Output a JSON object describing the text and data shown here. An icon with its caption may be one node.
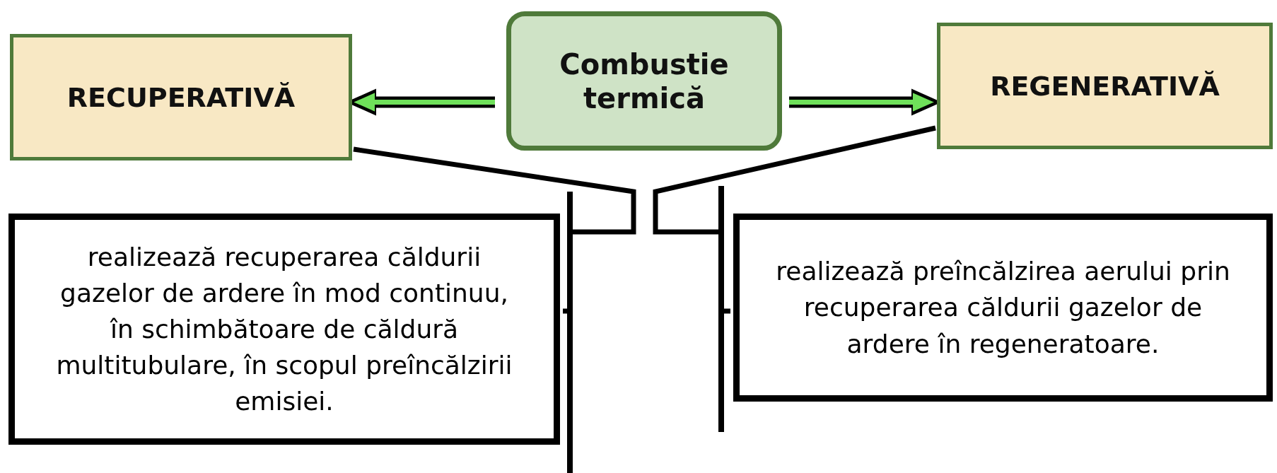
{
  "diagram": {
    "nodes": [
      {
        "text": [
          "Combustie termică"
        ]
      },
      {
        "text": [
          "RECUPERATIVĂ"
        ]
      },
      {
        "text": [
          "REGENERATIVĂ"
        ]
      },
      {
        "text": [
          "realizează recuperarea căldurii gazelor de ardere în mod continuu, în schimbătoare de căldură multitubulare, în scopul preîncălzirii emisiei."
        ]
      },
      {
        "text": [
          "realizează preîncălzirea aerului prin recuperarea căldurii gazelor de ardere în regeneratoare."
        ]
      }
    ],
    "edges": [
      {
        "from": 0,
        "to": 1,
        "arrow": "to",
        "style": "thick"
      },
      {
        "from": 0,
        "to": 2,
        "arrow": "to",
        "style": "thick"
      },
      {
        "from": 1,
        "to": 3,
        "arrow": "none"
      },
      {
        "from": 2,
        "to": 4,
        "arrow": "none"
      }
    ]
  }
}
